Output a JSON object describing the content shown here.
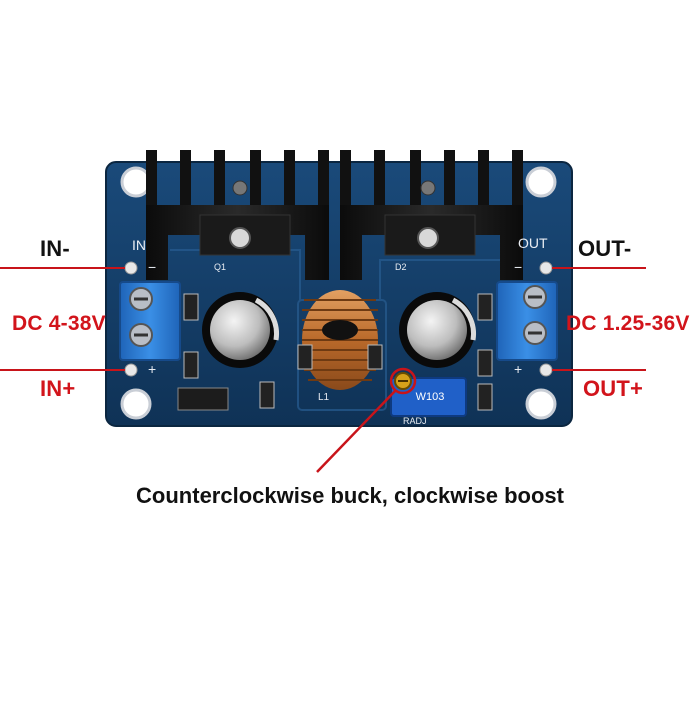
{
  "labels": {
    "in_minus": "IN-",
    "dc_in": "DC 4-38V",
    "in_plus": "IN+",
    "out_minus": "OUT-",
    "dc_out": "DC 1.25-36V",
    "out_plus": "OUT+"
  },
  "caption": "Counterclockwise buck, clockwise boost",
  "board": {
    "silk_in": "IN",
    "silk_out": "OUT",
    "silk_q1": "Q1",
    "silk_d2": "D2",
    "silk_l1": "L1",
    "silk_radj": "RADJ",
    "pot_marking": "W103",
    "minus_sign": "−",
    "plus_sign": "+"
  },
  "colors": {
    "board": "#123a63",
    "heatsink": "#141414",
    "terminal": "#2f7fd6",
    "label_red": "#d2141b",
    "pointer_red": "#c8141a",
    "coil": "#c5782f"
  }
}
